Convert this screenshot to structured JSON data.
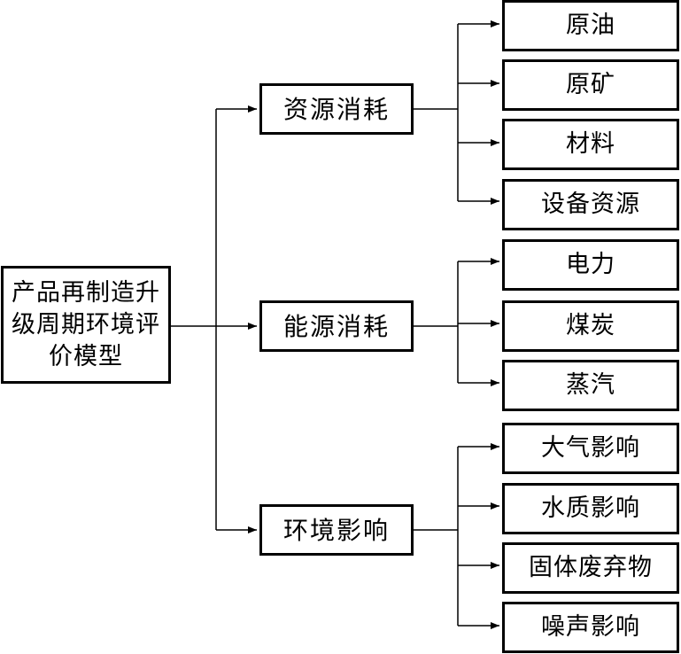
{
  "root": {
    "label": "产品再制造升级周期环境评价模型"
  },
  "categories": [
    {
      "label": "资源消耗",
      "items": [
        "原油",
        "原矿",
        "材料",
        "设备资源"
      ]
    },
    {
      "label": "能源消耗",
      "items": [
        "电力",
        "煤炭",
        "蒸汽"
      ]
    },
    {
      "label": "环境影响",
      "items": [
        "大气影响",
        "水质影响",
        "固体废弃物",
        "噪声影响"
      ]
    }
  ]
}
